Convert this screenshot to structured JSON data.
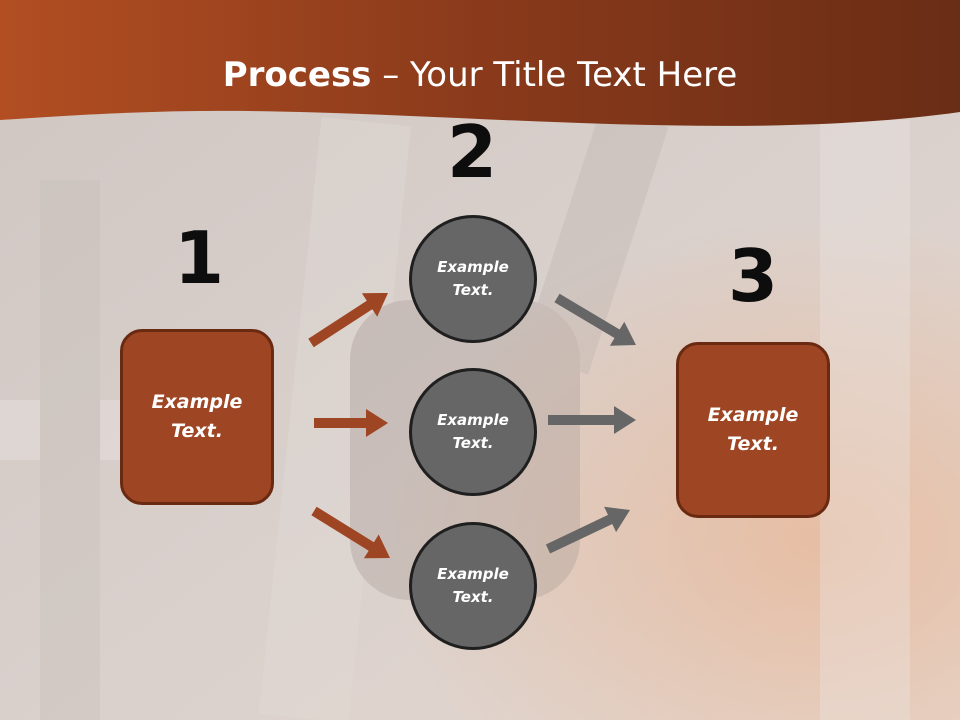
{
  "title": {
    "bold": "Process",
    "rest": " – Your Title Text Here"
  },
  "steps": [
    {
      "number": "1",
      "text": "Example\nText."
    },
    {
      "number": "2",
      "items": [
        "Example\nText.",
        "Example\nText.",
        "Example\nText."
      ]
    },
    {
      "number": "3",
      "text": "Example\nText."
    }
  ],
  "colors": {
    "accent": "#9e4523",
    "accent_border": "#6a2a12",
    "circle": "#666666",
    "arrow_left": "#9e4523",
    "arrow_right": "#666666"
  }
}
